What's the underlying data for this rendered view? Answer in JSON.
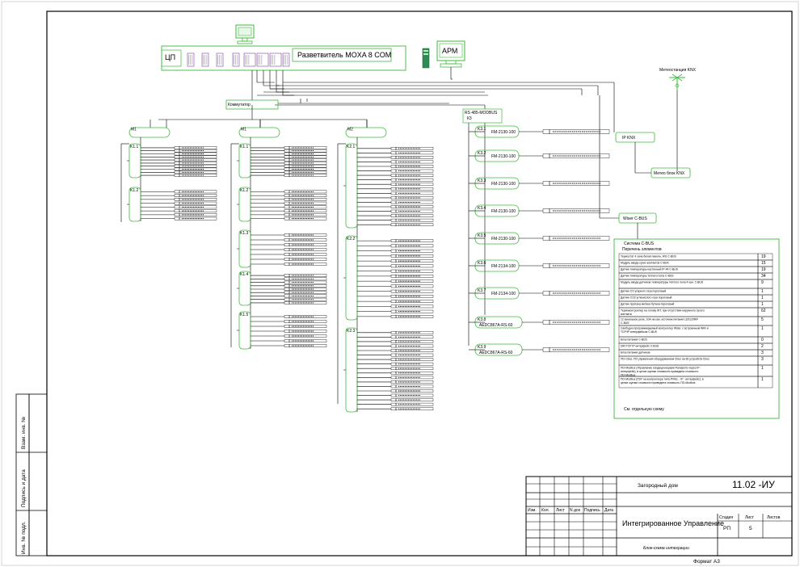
{
  "header": {
    "cpu_label": "ЦП",
    "moxa_label": "Разветвитель MOXA 8 COM",
    "arm_label": "АРМ",
    "switch_label": "Коммутатор",
    "rs485_label": "RS 485-MODBUS",
    "rs485_sub": "К3",
    "meteo_label": "Метеостанция KNX",
    "ip_knx_label": "IP KNX",
    "meteo_block_label": "Метео блок KNX",
    "wiser_label": "Wiser C-BUS"
  },
  "bus_groups": [
    {
      "name": "M1",
      "cabinets": [
        "K1.1",
        "K1.2"
      ]
    },
    {
      "name": "M1",
      "cabinets": [
        "K1.1",
        "K1.2",
        "K1.3",
        "K1.4",
        "K1.5"
      ]
    },
    {
      "name": "M2",
      "cabinets": [
        "K2.1",
        "K2.2",
        "K2.3"
      ]
    }
  ],
  "modules": [
    {
      "id": "K3.1",
      "model": "FM-2130-100"
    },
    {
      "id": "K3.2",
      "model": "FM-2130-100"
    },
    {
      "id": "K3.3",
      "model": "FM-2130-100"
    },
    {
      "id": "K3.4",
      "model": "FM-2130-100"
    },
    {
      "id": "K3.5",
      "model": "FM-2130-100"
    },
    {
      "id": "K3.6",
      "model": "FM-2134-100"
    },
    {
      "id": "K3.7",
      "model": "FM-2134-100"
    },
    {
      "id": "K3.8",
      "model": "AEDC867A-RS-60"
    },
    {
      "id": "K3.9",
      "model": "AEDC867A-RS-60"
    }
  ],
  "legend": {
    "title": "Система C-BUS",
    "subtitle": "Перечень элементов",
    "rows": [
      {
        "text": "Термостат 4 зона белая панель, Wiz C-BUS",
        "qty": "19"
      },
      {
        "text": "Модуль ввода сухих контактов C-BUS",
        "qty": "15"
      },
      {
        "text": "Датчик температуры настенный IP-44 C-BUS",
        "qty": "19"
      },
      {
        "text": "Датчик температуры теплого пола C-BUS",
        "qty": "34"
      },
      {
        "text": "Модуль ввода датчиков температуры теплого пола 4 кан. C-BUS",
        "qty": "9"
      },
      {
        "text": "Датчик CO угарного газа пороговый",
        "qty": "1"
      },
      {
        "text": "Датчик CO2 углекислого газа пороговый",
        "qty": "1"
      },
      {
        "text": "Датчик пропана метана бутана пороговый",
        "qty": "1"
      },
      {
        "text": "Термоконтроллер на голову WT, при отсутствии наружного сухого контакта",
        "qty": "62"
      },
      {
        "text": "12 канальное реле, 10А на кан. источник питания LE5120R/F C-BUS",
        "qty": "5"
      },
      {
        "text": "Свободно программируемый контроллер Wiser, с встроенным WiFi и TCP/IP интерфейсом C-BUS",
        "qty": "1"
      },
      {
        "text": "Блок питания C-BUS",
        "qty": "0"
      },
      {
        "text": "DIN TCP IP интерфейс C-BUS",
        "qty": "2"
      },
      {
        "text": "Блок питания датчиков",
        "qty": "3"
      },
      {
        "text": "ПО-Cbus, ПО управления оборудованием Cbus на 60 устройств Cbus",
        "qty": "3"
      },
      {
        "text": "ПО-Modbus (Управление кондиционерами Panasonic через IP - интерфейс), в целях оценки стоимости приведена стоимость ПО-Modbus",
        "qty": "1"
      },
      {
        "text": "ПО-Modbus (ПЗУ на контроллере типа PIXEL - IP - интерфейс), в целях оценки стоимости приведена стоимость ПО-Modbus",
        "qty": "1"
      }
    ],
    "footer": "См. отдельную схему"
  },
  "title_block": {
    "object": "Загородный дом",
    "code": "11.02 -ИУ",
    "system": "Интегрированное Управление",
    "sheet_title": "Блок-схема интеграции",
    "col_headers": [
      "Изм.",
      "Кол.",
      "Лист",
      "N док",
      "Подпись",
      "Дата"
    ],
    "stage_header": "Стадия",
    "sheet_header": "Лист",
    "sheets_header": "Листов",
    "stage": "РП",
    "sheet": "5",
    "sheets": "",
    "format": "Формат А3"
  },
  "side_stamps": [
    "Взам. инв. №",
    "Подпись и дата",
    "Инв. № подл."
  ],
  "colors": {
    "device": "#3cba3c",
    "line": "#000000",
    "monitor": "#4caf50"
  }
}
